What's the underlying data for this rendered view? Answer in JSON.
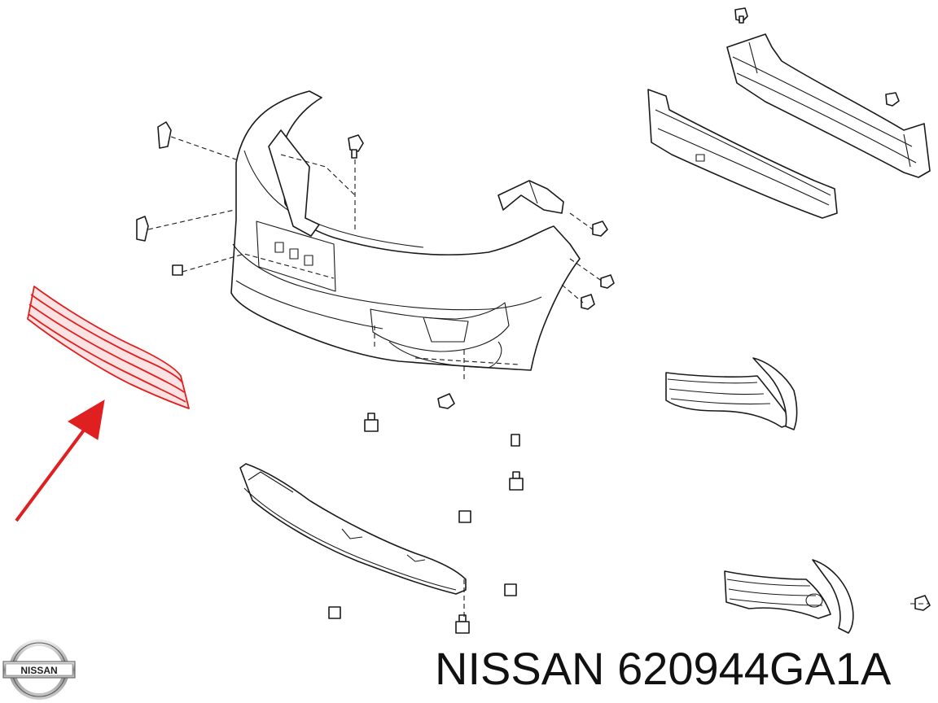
{
  "caption": {
    "brand": "NISSAN",
    "part_number": "620944GA1A"
  },
  "logo": {
    "text": "NISSAN"
  },
  "highlight": {
    "color": "#e02020",
    "part_icon": "lower-grille-icon"
  },
  "colors": {
    "line": "#1a1a1a",
    "background": "#ffffff",
    "highlight": "#e02020"
  }
}
